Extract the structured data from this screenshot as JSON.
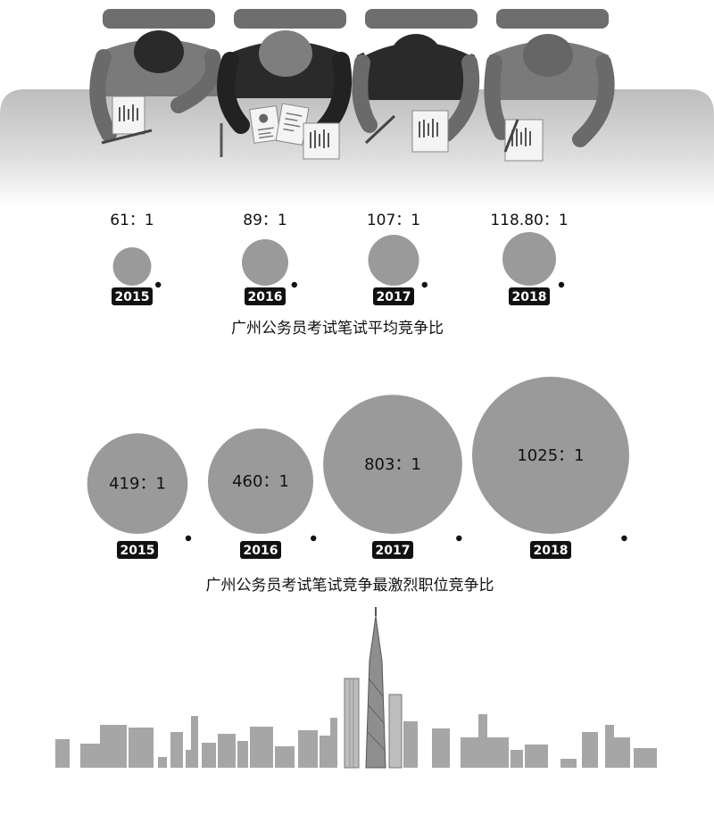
{
  "chart_data": [
    {
      "type": "bubble",
      "title": "广州公务员考试笔试平均竞争比",
      "categories": [
        "2015",
        "2016",
        "2017",
        "2018"
      ],
      "values": [
        61,
        89,
        107,
        118.8
      ],
      "labels": [
        "61：1",
        "89：1",
        "107：1",
        "118.80：1"
      ],
      "label_position": "above"
    },
    {
      "type": "bubble",
      "title": "广州公务员考试笔试竞争最激烈职位竞争比",
      "categories": [
        "2015",
        "2016",
        "2017",
        "2018"
      ],
      "values": [
        419,
        460,
        803,
        1025
      ],
      "labels": [
        "419：1",
        "460：1",
        "803：1",
        "1025：1"
      ],
      "label_position": "inside"
    }
  ],
  "colors": {
    "bubble": "#9a9a9a",
    "year_badge": "#111111",
    "table": "#c9c9c9",
    "figure_dark": "#2a2a2a",
    "figure_mid": "#7a7a7a",
    "skyline": "#a6a6a6"
  },
  "illustration": {
    "top": "four-people-at-exam-table",
    "bottom": "city-skyline-with-canton-tower"
  }
}
